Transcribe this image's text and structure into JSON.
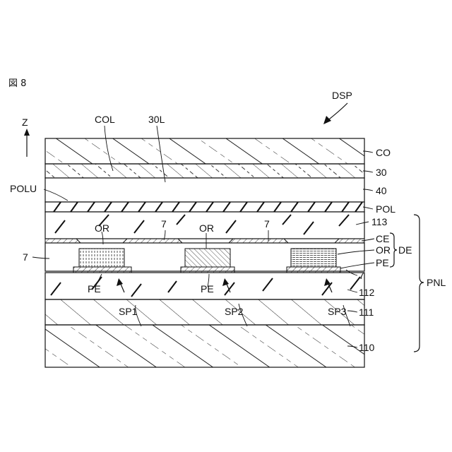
{
  "figure": {
    "label": "図 8"
  },
  "axis": {
    "label": "Z"
  },
  "labels": {
    "dsp": "DSP",
    "col": "COL",
    "l30L": "30L",
    "polu": "POLU",
    "co": "CO",
    "l30": "30",
    "l40": "40",
    "pol": "POL",
    "l113": "113",
    "ce": "CE",
    "or_right": "OR",
    "de": "DE",
    "pe_right": "PE",
    "seven_right": "7",
    "pnl": "PNL",
    "l112": "112",
    "l111": "111",
    "l110": "110",
    "seven_left": "7",
    "or1": "OR",
    "seven_mid1": "7",
    "or2": "OR",
    "seven_mid2": "7",
    "pe1": "PE",
    "pe2": "PE",
    "sp1": "SP1",
    "sp2": "SP2",
    "sp3": "SP3"
  }
}
